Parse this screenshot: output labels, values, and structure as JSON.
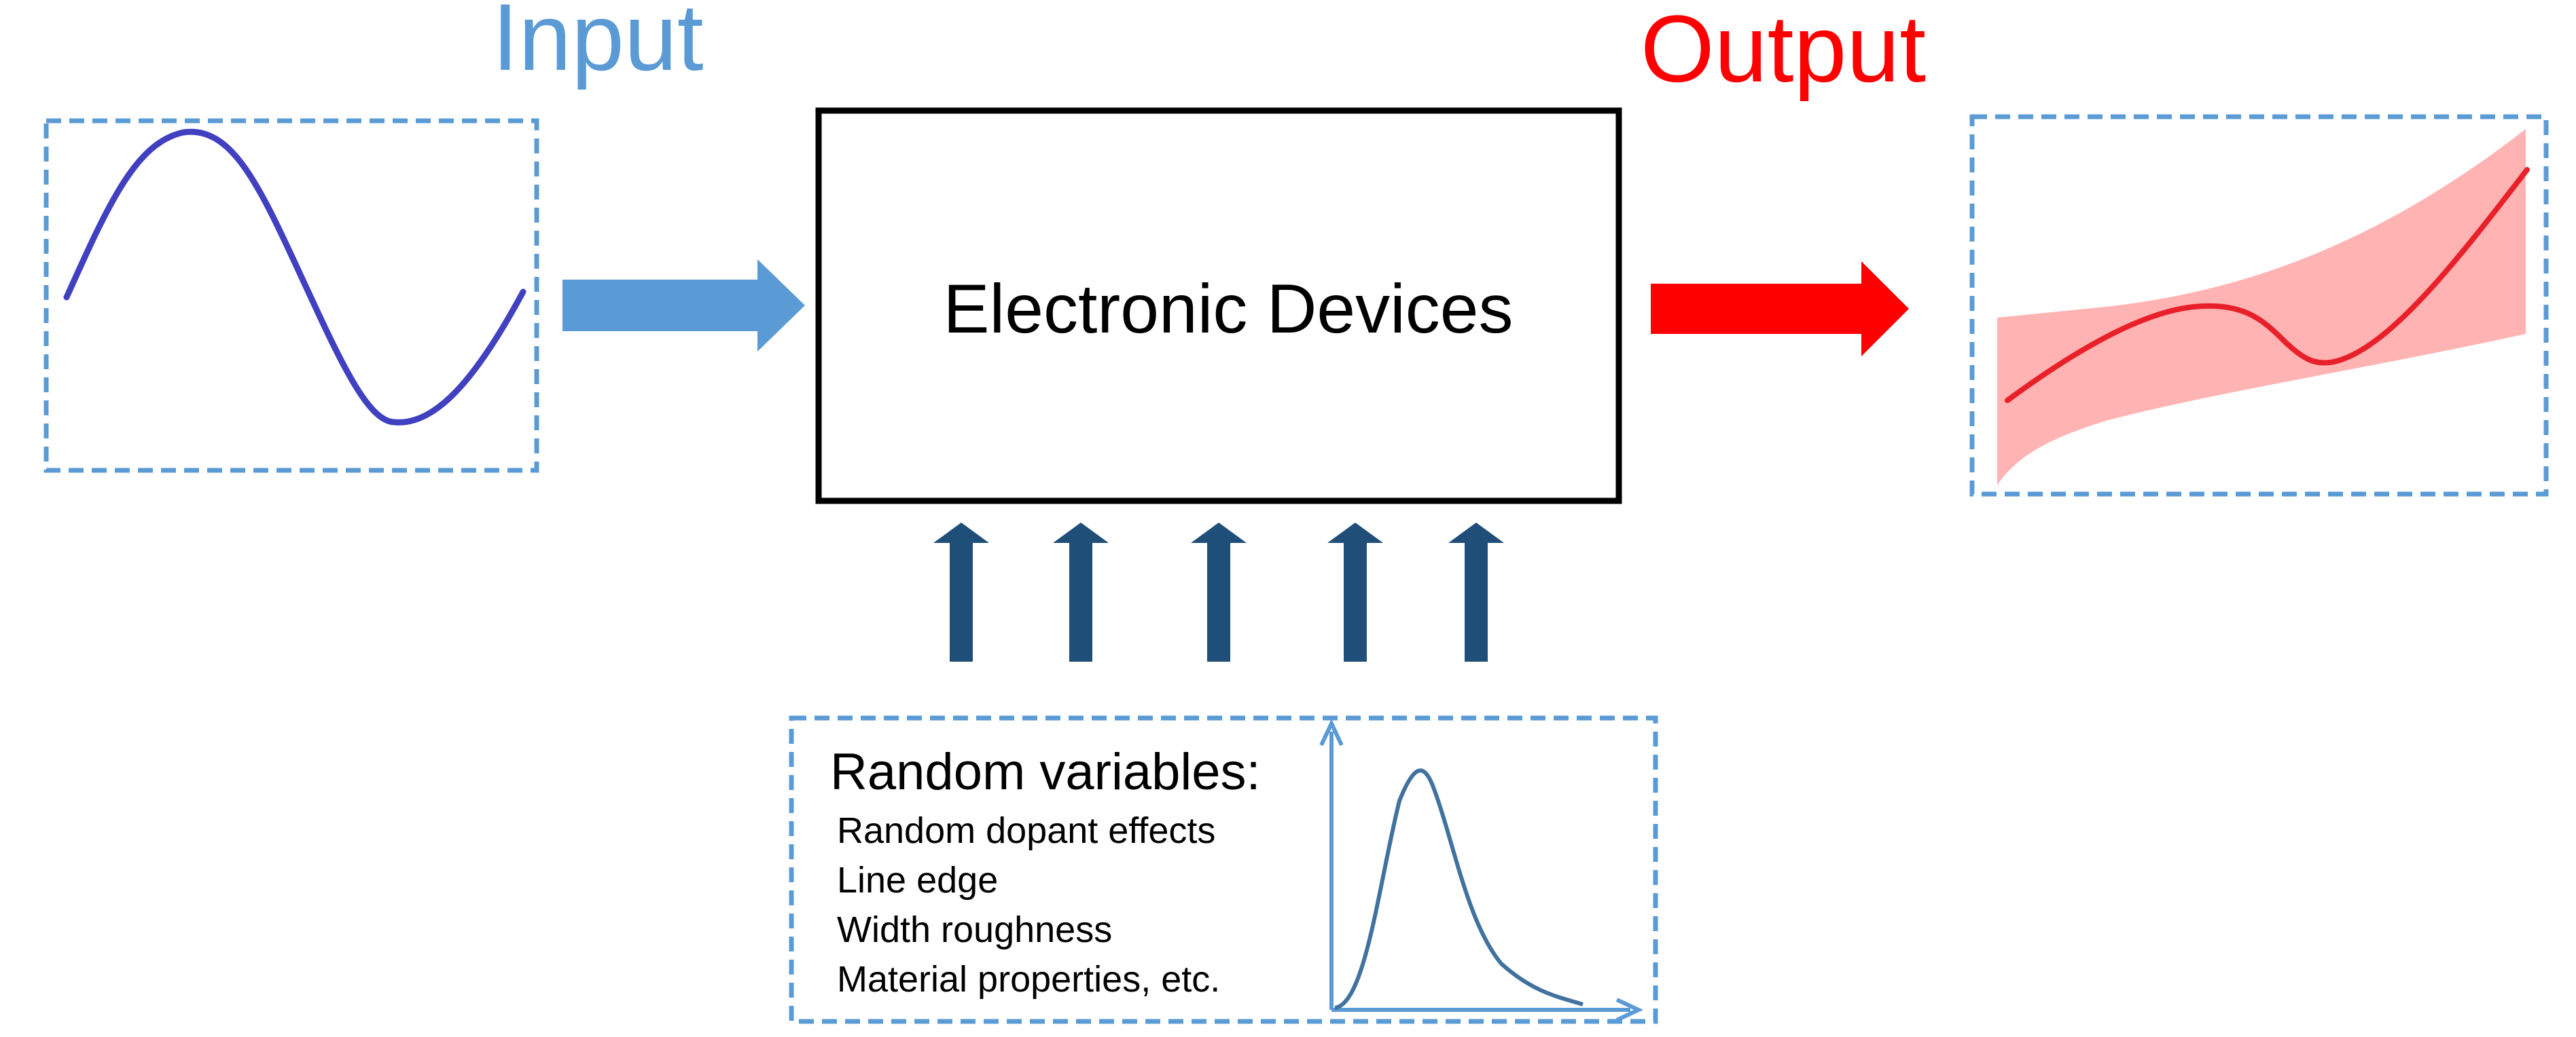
{
  "labels": {
    "input": "Input",
    "output": "Output",
    "device": "Electronic Devices",
    "random_title": "Random variables:",
    "random_items": [
      "Random dopant effects",
      "Line edge",
      "Width roughness",
      "Material properties, etc."
    ]
  },
  "colors": {
    "input_label": "#5b9bd5",
    "output_label": "#ff0000",
    "dashed_border": "#5b9bd5",
    "input_arrow": "#5b9bd5",
    "output_arrow": "#ff0000",
    "up_arrows": "#1f4e79",
    "sine_curve": "#4040c0",
    "output_curve": "#e8202a",
    "uncertainty_band": "#ffb3b3",
    "pdf_curve": "#41729f",
    "device_box_border": "#000000"
  },
  "icons": {
    "input_arrow": "right-arrow-icon",
    "output_arrow": "right-arrow-icon",
    "up_arrow": "up-arrow-icon"
  },
  "random_variable_arrow_count": 5
}
